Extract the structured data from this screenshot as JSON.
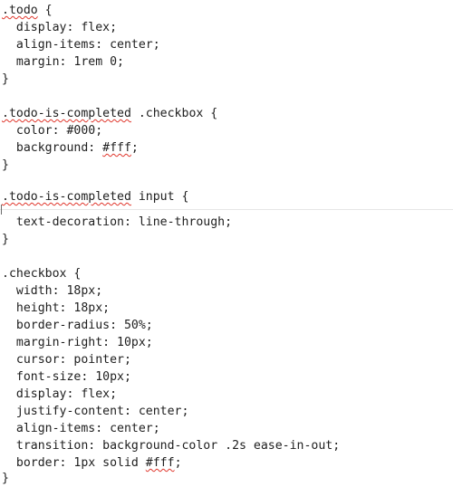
{
  "code": {
    "l01": {
      "sel": ".todo",
      "rest": " {"
    },
    "l02": "  display: flex;",
    "l03": "  align-items: center;",
    "l04": "  margin: 1rem 0;",
    "l05": "}",
    "l07": {
      "sel": ".todo-is-completed",
      "rest": " .checkbox {"
    },
    "l08": "  color: #000;",
    "l09": {
      "pre": "  background: ",
      "val": "#fff",
      "post": ";"
    },
    "l10": "}",
    "l12": {
      "sel": ".todo-is-completed",
      "rest": " input {"
    },
    "l13": "  text-decoration: line-through;",
    "l14": "}",
    "l16": ".checkbox {",
    "l17": "  width: 18px;",
    "l18": "  height: 18px;",
    "l19": "  border-radius: 50%;",
    "l20": "  margin-right: 10px;",
    "l21": "  cursor: pointer;",
    "l22": "  font-size: 10px;",
    "l23": "  display: flex;",
    "l24": "  justify-content: center;",
    "l25": "  align-items: center;",
    "l26": "  transition: background-color .2s ease-in-out;",
    "l27": {
      "pre": "  border: 1px solid ",
      "val": "#fff",
      "post": ";"
    },
    "l28": "}"
  },
  "colors": {
    "text": "#1e1e1e",
    "spellcheck": "#e0362c",
    "background": "#ffffff"
  }
}
